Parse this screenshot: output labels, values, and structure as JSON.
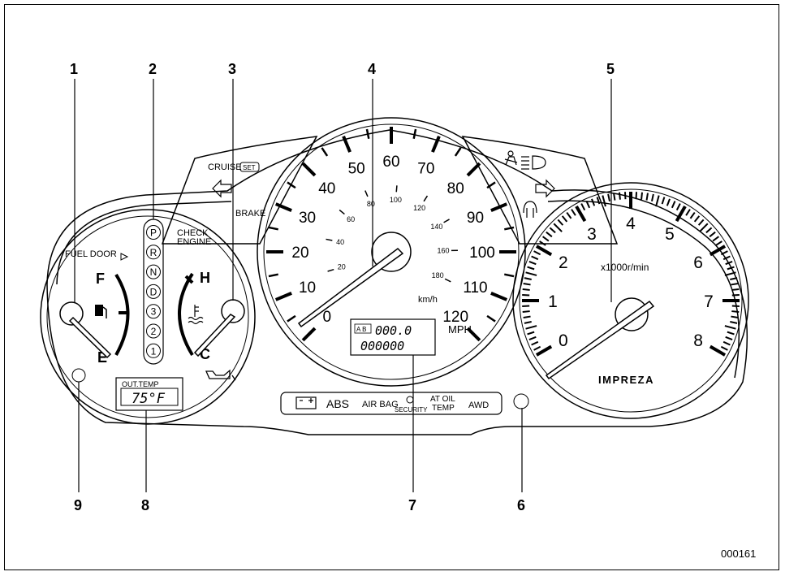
{
  "figure_id": "000161",
  "callouts": [
    "1",
    "2",
    "3",
    "4",
    "5",
    "6",
    "7",
    "8",
    "9"
  ],
  "fuel_gauge": {
    "door_label": "FUEL DOOR",
    "full": "F",
    "empty": "E",
    "icon": "fuel-pump-icon"
  },
  "gear_indicator": [
    "P",
    "R",
    "N",
    "D",
    "3",
    "2",
    "1"
  ],
  "check_engine": [
    "CHECK",
    "ENGINE"
  ],
  "temp_gauge": {
    "hot": "H",
    "cold": "C",
    "icon": "coolant-temperature-icon"
  },
  "left_panel": {
    "cruise": "CRUISE",
    "set": "SET",
    "brake": "BRAKE"
  },
  "right_panel_icons": [
    "seatbelt-warning-icon",
    "high-beam-icon",
    "turn-right-icon",
    "passenger-airbag-icon"
  ],
  "speedometer": {
    "mph_ticks": [
      "0",
      "10",
      "20",
      "30",
      "40",
      "50",
      "60",
      "70",
      "80",
      "90",
      "100",
      "110",
      "120"
    ],
    "kmh_ticks": [
      "20",
      "40",
      "60",
      "80",
      "100",
      "120",
      "140",
      "160",
      "180"
    ],
    "kmh_unit": "km/h",
    "mph_unit": "MPH"
  },
  "odometer": {
    "ab_label": "A B",
    "trip": "000.0",
    "total": "000000"
  },
  "tachometer": {
    "ticks": [
      "0",
      "1",
      "2",
      "3",
      "4",
      "5",
      "6",
      "7",
      "8"
    ],
    "unit": "x1000r/min",
    "brand": "IMPREZA"
  },
  "outside_temp": {
    "label": "OUT.TEMP",
    "value": "75°F"
  },
  "warning_strip": {
    "abs": "ABS",
    "airbag": "AIR BAG",
    "security": "SECURITY",
    "at_oil": [
      "AT OIL",
      "TEMP"
    ],
    "awd": "AWD"
  }
}
